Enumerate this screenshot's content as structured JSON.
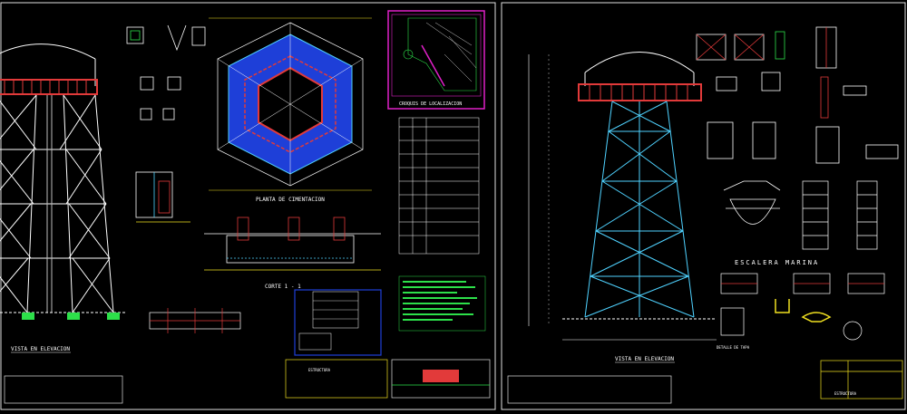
{
  "colors": {
    "background": "#000000",
    "frame": "#e0e0e0",
    "structure": "#ffffff",
    "steel_cyan": "#4fd2ff",
    "foundation_blue": "#1e3fd8",
    "red_ring": "#e23a3a",
    "magenta_frame": "#e020c8",
    "yellow_box": "#f0e020",
    "green_notes": "#2de04a",
    "grey_text": "#bdbdbd"
  },
  "sheet_left": {
    "elevation_title": "VISTA EN ELEVACION",
    "foundation_plan_title": "PLANTA DE CIMENTACION",
    "section_title": "CORTE 1 - 1",
    "location_title": "CROQUIS DE LOCALIZACION",
    "table_steel_title": "DETALLE DEL REFUERZO",
    "anchor_detail_title": "DETALLE DE ANCLAJE",
    "titleblock_tag": "ESTRUCTURA"
  },
  "sheet_right": {
    "elevation_title": "VISTA EN ELEVACION",
    "ladder_title": "ESCALERA MARINA",
    "manhole_note": "DETALLE DE TAPA",
    "titleblock_tag": "ESTRUCTURA"
  }
}
